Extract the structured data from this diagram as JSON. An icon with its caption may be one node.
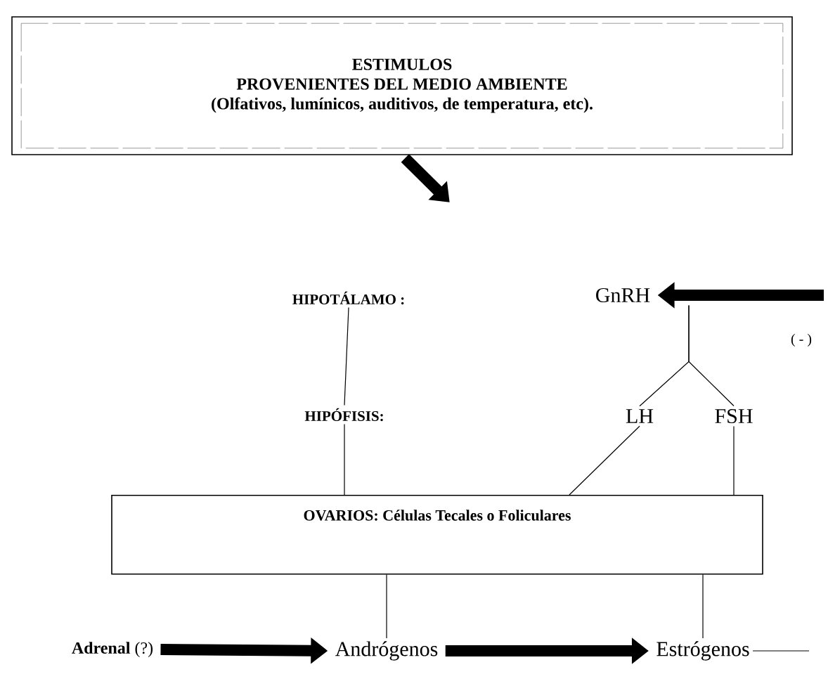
{
  "diagram": {
    "nodes": [
      {
        "text": [
          "ESTIMULOS",
          "PROVENIENTES DEL MEDIO AMBIENTE",
          "(Olfativos, lumínicos, auditivos, de temperatura, etc)."
        ]
      },
      {
        "text": [
          "HIPOTÁLAMO :"
        ]
      },
      {
        "text": [
          "GnRH"
        ]
      },
      {
        "text": [
          "HIPÓFISIS:"
        ]
      },
      {
        "text": [
          "LH"
        ]
      },
      {
        "text": [
          "FSH"
        ]
      },
      {
        "text": [
          "OVARIOS:  Células Tecales   o Foliculares"
        ]
      },
      {
        "text": [
          "**Adrenal** (?)"
        ]
      },
      {
        "text": [
          "Andrógenos"
        ]
      },
      {
        "text": [
          "Estrógenos"
        ]
      }
    ],
    "edges": [
      {
        "from": 0,
        "to": null,
        "arrow": "to",
        "style": "thick"
      },
      {
        "from": null,
        "to": 2,
        "arrow": "to",
        "style": "thick",
        "label": "( - )"
      },
      {
        "from": 1,
        "to": 3,
        "arrow": "none"
      },
      {
        "from": 2,
        "to": 4,
        "arrow": "none"
      },
      {
        "from": 2,
        "to": 5,
        "arrow": "none"
      },
      {
        "from": 3,
        "to": 6,
        "arrow": "none"
      },
      {
        "from": 4,
        "to": 6,
        "arrow": "none"
      },
      {
        "from": 5,
        "to": 6,
        "arrow": "none"
      },
      {
        "from": 6,
        "to": 8,
        "arrow": "none"
      },
      {
        "from": 6,
        "to": 9,
        "arrow": "none"
      },
      {
        "from": 7,
        "to": 8,
        "arrow": "to",
        "style": "thick"
      },
      {
        "from": 8,
        "to": 9,
        "arrow": "to",
        "style": "thick"
      },
      {
        "from": 9,
        "to": null,
        "arrow": "none"
      }
    ]
  }
}
